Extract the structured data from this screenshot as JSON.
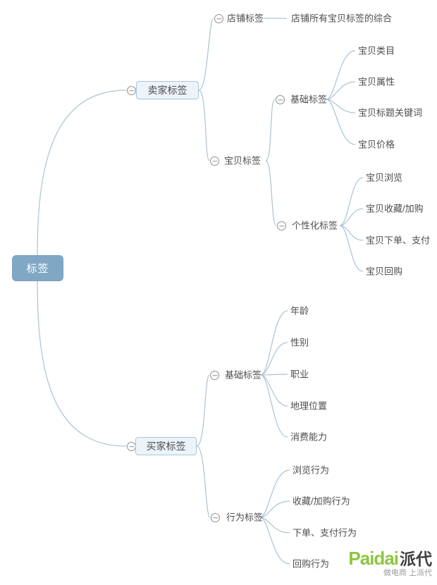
{
  "mindmap": {
    "root": {
      "label": "标签"
    },
    "seller": {
      "label": "卖家标签",
      "shop": {
        "label": "店铺标签",
        "note": "店铺所有宝贝标签的综合"
      },
      "item": {
        "label": "宝贝标签",
        "basic": {
          "label": "基础标签",
          "leaves": [
            "宝贝类目",
            "宝贝属性",
            "宝贝标题关键词",
            "宝贝价格"
          ]
        },
        "personalized": {
          "label": "个性化标签",
          "leaves": [
            "宝贝浏览",
            "宝贝收藏/加购",
            "宝贝下单、支付",
            "宝贝回购"
          ]
        }
      }
    },
    "buyer": {
      "label": "买家标签",
      "basic": {
        "label": "基础标签",
        "leaves": [
          "年龄",
          "性别",
          "职业",
          "地理位置",
          "消费能力"
        ]
      },
      "behavior": {
        "label": "行为标签",
        "leaves": [
          "浏览行为",
          "收藏/加购行为",
          "下单、支付行为",
          "回购行为"
        ]
      }
    }
  },
  "logo": {
    "wordmark": "Paidai",
    "cjk": "派代",
    "tagline": "做电商 上派代"
  },
  "colors": {
    "root_fill": "#80a8c5",
    "branch_fill": "#ecf4fa",
    "branch_border": "#a9c6da",
    "connector_line": "#a9c3d4",
    "text": "#4d4d4d",
    "toggle_gray": "#8f8f8f",
    "logo_green": "#8cc63e"
  }
}
